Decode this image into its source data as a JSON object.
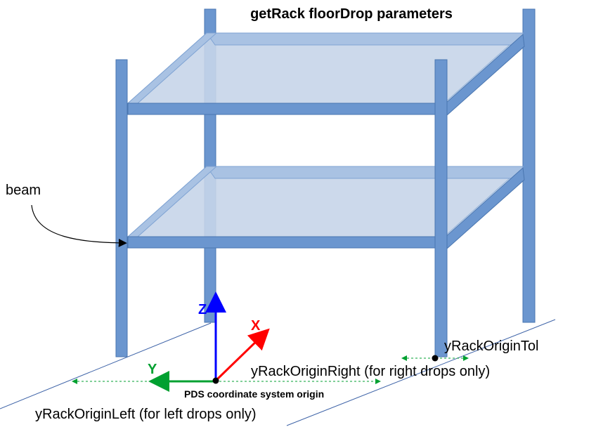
{
  "title": "getRack floorDrop parameters",
  "labels": {
    "beam": "beam",
    "origin": "PDS coordinate system origin",
    "y_left": "yRackOriginLeft (for left drops only)",
    "y_right": "yRackOriginRight (for right drops only)",
    "y_tol": "yRackOriginTol"
  },
  "axes": {
    "x": "X",
    "y": "Y",
    "z": "Z"
  },
  "colors": {
    "post": "#6b96cf",
    "post_stroke": "#4a76b0",
    "shelf_fill": "#c6d5e9",
    "axis_x": "#ff0000",
    "axis_y": "#00a030",
    "axis_z": "#0000ff",
    "floor_line": "#3f64a8"
  }
}
